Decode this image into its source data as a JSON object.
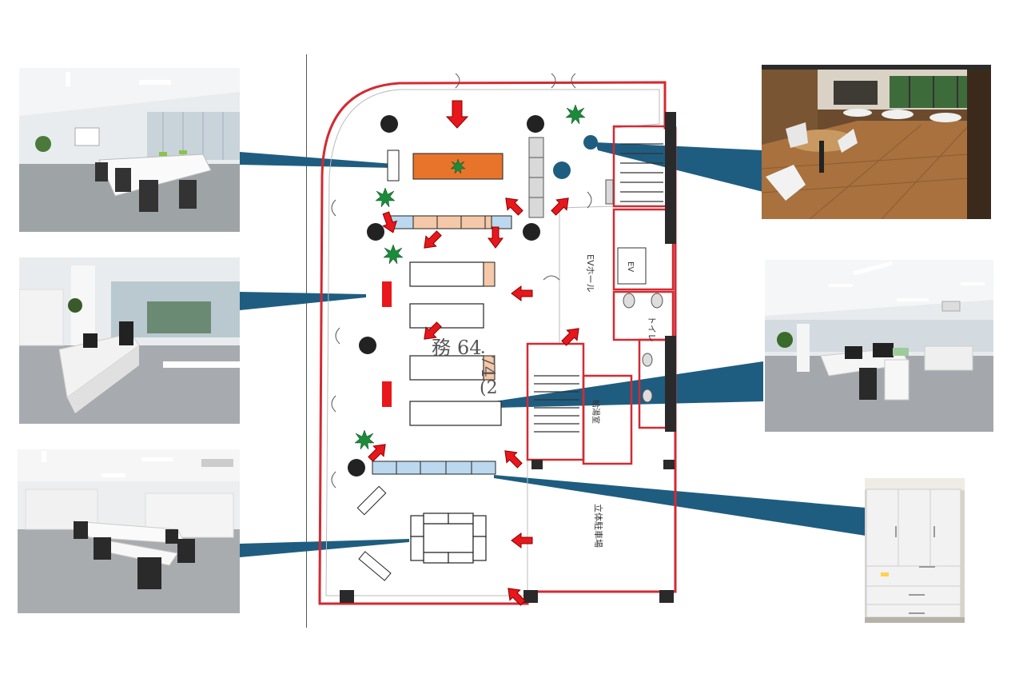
{
  "floorplan": {
    "ev_hall_label": "EVホール",
    "ev_label": "EV",
    "toilet_label": "トイレ",
    "kitchen_label": "給湯室",
    "parking_label": "立体駐車場",
    "office_label_fragment_1": "務",
    "office_label_fragment_2": "64",
    "office_label_fragment_3": "(2",
    "office_label_fragment_4": ".74"
  },
  "photos": [
    {
      "id": "meeting-room-desk",
      "icon": "office-photo"
    },
    {
      "id": "executive-desk",
      "icon": "office-photo"
    },
    {
      "id": "training-room",
      "icon": "office-photo"
    },
    {
      "id": "lounge-cafe",
      "icon": "office-photo"
    },
    {
      "id": "open-office",
      "icon": "office-photo"
    },
    {
      "id": "storage-cabinet",
      "icon": "office-photo"
    }
  ],
  "colors": {
    "wall_red": "#d42a32",
    "arrow_red": "#e8171c",
    "connector_blue": "#1f5d80",
    "desk_orange": "#e8742c",
    "cabinet_blue": "#bcd8ee",
    "peach": "#f4c8a8",
    "burst_green": "#1b8a3a"
  }
}
